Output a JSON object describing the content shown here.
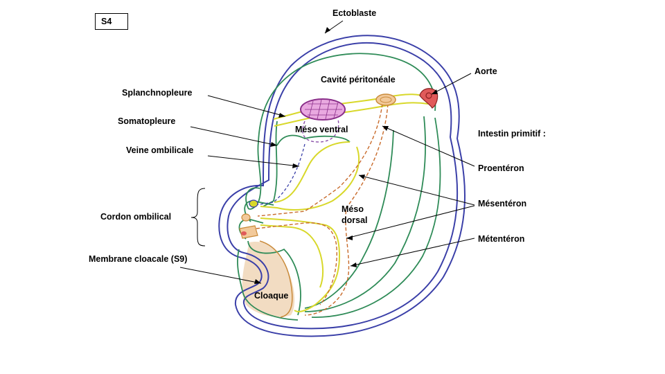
{
  "slide": {
    "stage_tag": "S4"
  },
  "labels": {
    "ectoblaste": "Ectoblaste",
    "cavite": "Cavité péritonéale",
    "aorte": "Aorte",
    "splanchnopleure": "Splanchnopleure",
    "somatopleure": "Somatopleure",
    "meso_ventral": "Méso ventral",
    "veine_ombilicale": "Veine ombilicale",
    "intestin_primitif": "Intestin primitif :",
    "proenteron": "Proentéron",
    "cordon_ombilical": "Cordon ombilical",
    "meso_dorsal_1": "Méso",
    "meso_dorsal_2": "dorsal",
    "mesenteron": "Mésentéron",
    "metenteron": "Métentéron",
    "membrane_cloacale": "Membrane cloacale (S9)",
    "cloaque": "Cloaque"
  },
  "colors": {
    "ectoderm": "#3a3fa8",
    "mesoderm": "#2e8b57",
    "endoderm": "#d8d82a",
    "aorta_fill": "#e05a5a",
    "ventral_mesentery": "#8a4fa8",
    "heart_fill": "#e9a9e0",
    "cloaca_fill": "#f2dcc2",
    "cloaca_line": "#c98a3a",
    "dashed_line": "#c86a2a"
  }
}
